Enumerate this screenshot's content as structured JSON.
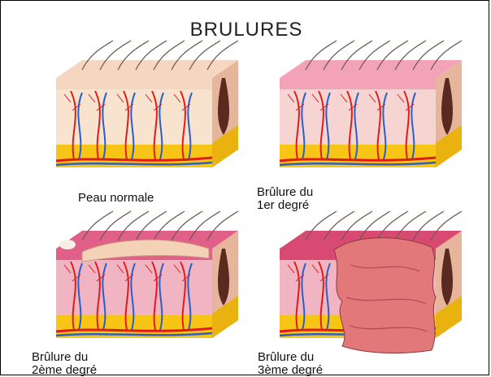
{
  "title": "BRULURES",
  "panels": [
    {
      "caption": "Peau normale",
      "stage": "normal"
    },
    {
      "caption": "Brûlure du\n1er degré",
      "stage": "first"
    },
    {
      "caption": "Brûlure du\n2ème degré",
      "stage": "second"
    },
    {
      "caption": "Brûlure du\n3ème degré",
      "stage": "third"
    }
  ],
  "colors": {
    "epidermis_normal": "#f5d6c0",
    "epidermis_first": "#f3a3b8",
    "epidermis_second": "#e0608a",
    "epidermis_third": "#d94a72",
    "dermis": "#f8e3cf",
    "fat": "#f6c515",
    "artery": "#e21a1a",
    "vein": "#2a5fc7",
    "hair": "#6b5a50",
    "follicle": "#5a2a20",
    "blister": "#f4d2b8",
    "charred_tissue": "#e3787a"
  }
}
